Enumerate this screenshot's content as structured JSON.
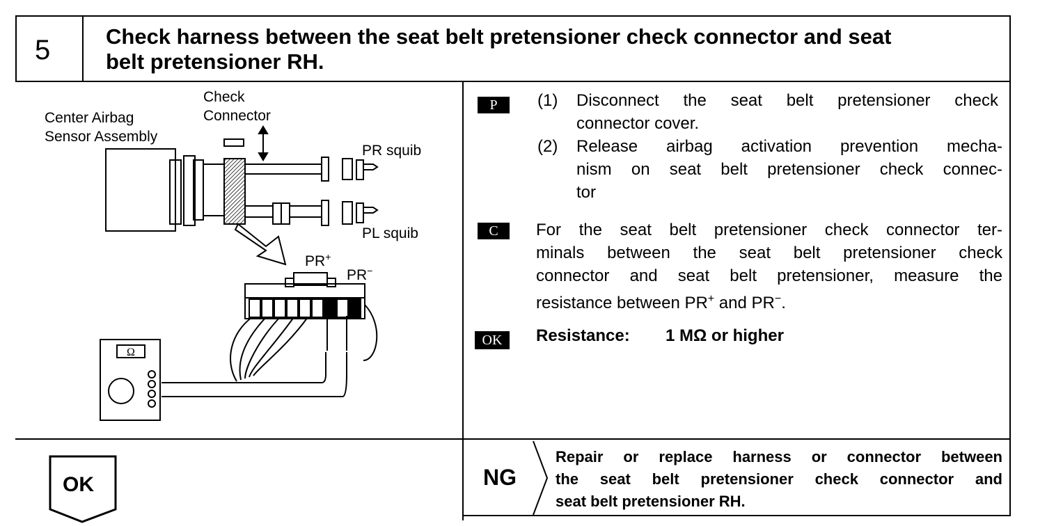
{
  "step": {
    "number": "5",
    "title_line1": "Check harness between the seat belt pretensioner check connector and seat",
    "title_line2": "belt pretensioner RH."
  },
  "diagram": {
    "label_center_airbag_1": "Center Airbag",
    "label_center_airbag_2": "Sensor Assembly",
    "label_check_1": "Check",
    "label_check_2": "Connector",
    "label_pr_squib": "PR squib",
    "label_pl_squib": "PL squib",
    "label_pr_plus": "PR",
    "label_pr_plus_sup": "+",
    "label_pr_minus": "PR",
    "label_pr_minus_sup": "−",
    "meter_symbol": "Ω"
  },
  "instructions": {
    "prep_badge": "P",
    "prep_1_num": "(1)",
    "prep_1_line1": "Disconnect the seat belt pretensioner check",
    "prep_1_line2": "connector cover.",
    "prep_2_num": "(2)",
    "prep_2_line1": "Release airbag activation prevention mecha-",
    "prep_2_line2": "nism on seat belt pretensioner check connec-",
    "prep_2_line3": "tor",
    "check_badge": "C",
    "check_line1": "For the seat belt pretensioner check connector ter-",
    "check_line2": "minals between the seat belt pretensioner check",
    "check_line3": "connector and seat belt pretensioner, measure the",
    "check_line4a": "resistance between PR",
    "check_sup1": "+",
    "check_line4b": " and PR",
    "check_sup2": "−",
    "check_line4c": ".",
    "ok_badge": "OK",
    "resistance_label": "Resistance:",
    "resistance_value": "1 MΩ or higher"
  },
  "outcomes": {
    "ok_label": "OK",
    "ng_label": "NG",
    "ng_line1": "Repair or replace harness or connector between",
    "ng_line2": "the seat belt pretensioner check connector and",
    "ng_line3": "seat belt pretensioner RH."
  }
}
